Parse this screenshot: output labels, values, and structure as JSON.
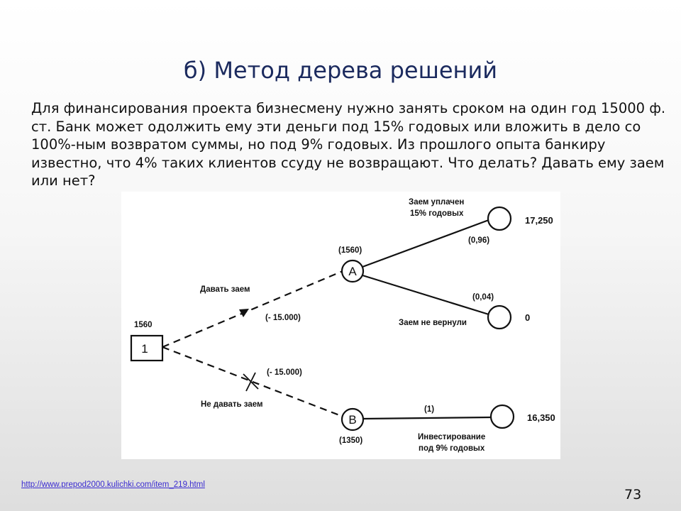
{
  "title": "б) Метод дерева решений",
  "paragraph": [
    "Для финансирования проекта бизнесмену нужно занять сроком на один год 15000 ф.",
    "ст. Банк может одолжить ему эти деньги под 15% годовых или вложить в дело со",
    "100%-ным возвратом суммы, но под 9% годовых. Из прошлого опыта банкиру",
    "известно, что 4% таких клиентов ссуду не возвращают. Что делать? Давать ему заем",
    "или нет?"
  ],
  "tree": {
    "root": {
      "value": "1560",
      "label": "1"
    },
    "node_a": {
      "label": "A",
      "value": "(1560)"
    },
    "node_b": {
      "label": "B",
      "value": "(1350)"
    },
    "branch_give": {
      "label": "Давать заем",
      "cost": "(- 15.000)"
    },
    "branch_not_give": {
      "label": "Не давать заем",
      "cost": "(- 15.000)"
    },
    "outcome_repaid": {
      "label_line1": "Заем уплачен",
      "label_line2": "15% годовых",
      "prob": "(0,96)",
      "result": "17,250"
    },
    "outcome_not_repaid": {
      "label": "Заем не вернули",
      "prob": "(0,04)",
      "result": "0"
    },
    "outcome_invest": {
      "label_line1": "Инвестирование",
      "label_line2": "под 9% годовых",
      "prob": "(1)",
      "result": "16,350"
    }
  },
  "footer": {
    "link": "http://www.prepod2000.kulichki.com/item_219.html",
    "page_number": "73"
  }
}
